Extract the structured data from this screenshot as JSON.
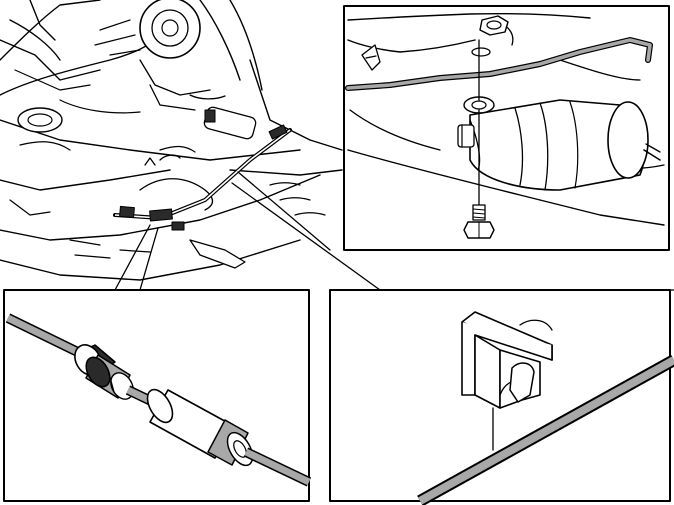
{
  "figure": {
    "kind": "technical illustration",
    "panels": [
      "main-underbody-view",
      "fuel-filter-detail",
      "fuel-line-connector-detail",
      "fuel-line-clip-detail"
    ],
    "colors": {
      "ink": "#000000",
      "paper": "#ffffff",
      "pipe_gray": "#a8a8a8"
    }
  }
}
